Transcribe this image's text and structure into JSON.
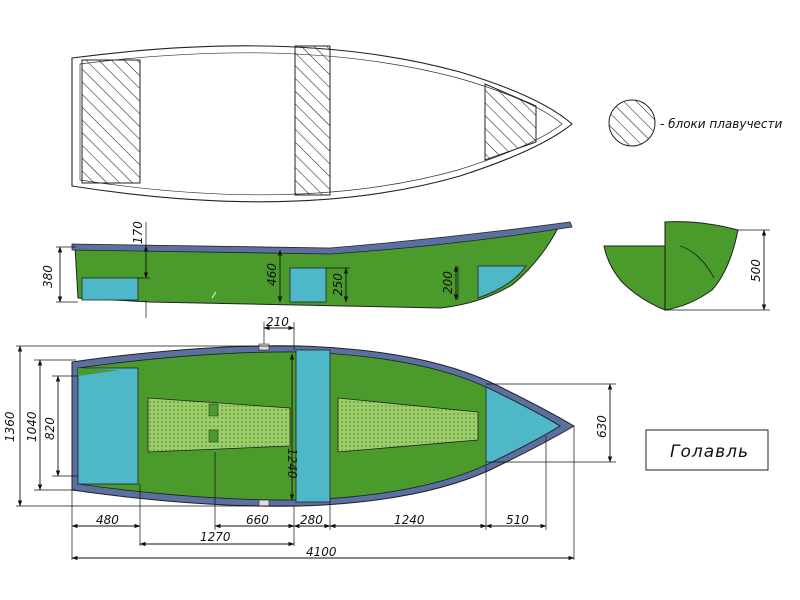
{
  "legend": {
    "label": "- блоки плавучести"
  },
  "title": "Голавль",
  "colors": {
    "hull": "#4a9a2c",
    "block": "#4eb7c8",
    "rim": "#5b6fa0",
    "deck": "#9ccf6a"
  },
  "side_view": {
    "dims": {
      "d170": "170",
      "d380": "380",
      "d460": "460",
      "d250": "250",
      "d200": "200"
    }
  },
  "section_view": {
    "dims": {
      "d500": "500"
    }
  },
  "plan_view": {
    "dims": {
      "d210": "210",
      "d1360": "1360",
      "d1040": "1040",
      "d820": "820",
      "d1240v": "1240",
      "d630": "630",
      "d480": "480",
      "d660": "660",
      "d280": "280",
      "d1240h": "1240",
      "d510": "510",
      "d1270": "1270",
      "d4100": "4100"
    }
  }
}
